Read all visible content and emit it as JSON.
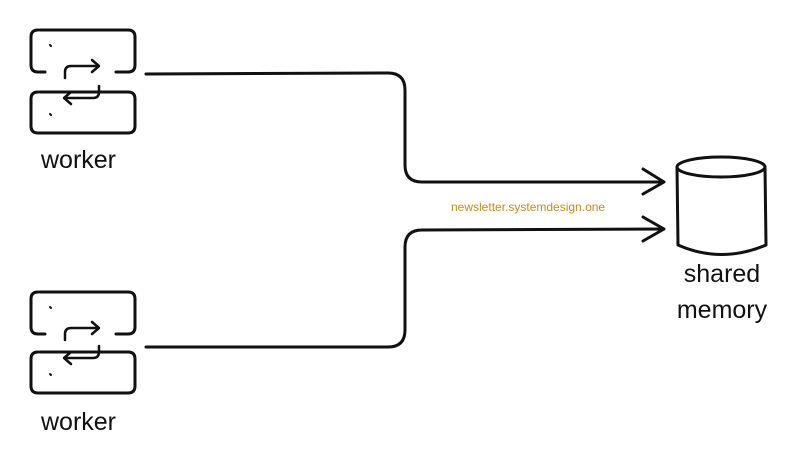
{
  "diagram": {
    "workers": [
      {
        "label": "worker",
        "icon": "sync-arrows-icon"
      },
      {
        "label": "worker",
        "icon": "sync-arrows-icon"
      }
    ],
    "memory": {
      "label_line1": "shared",
      "label_line2": "memory",
      "icon": "database-cylinder-icon"
    },
    "watermark": "newsletter.systemdesign.one",
    "colors": {
      "stroke": "#111111",
      "watermark": "#c98a1a"
    }
  }
}
